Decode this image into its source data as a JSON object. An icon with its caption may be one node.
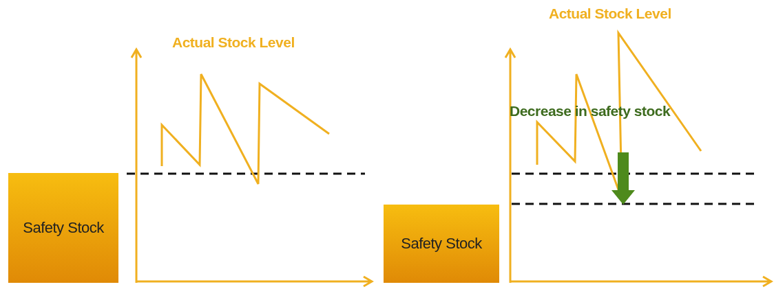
{
  "diagram": {
    "nodes": [
      {
        "text": [
          "Safety Stock"
        ]
      },
      {
        "text": [
          "Safety Stock"
        ]
      }
    ],
    "labels": [
      "Actual Stock Level",
      "Actual Stock Level",
      "Decrease in safety stock"
    ]
  }
}
